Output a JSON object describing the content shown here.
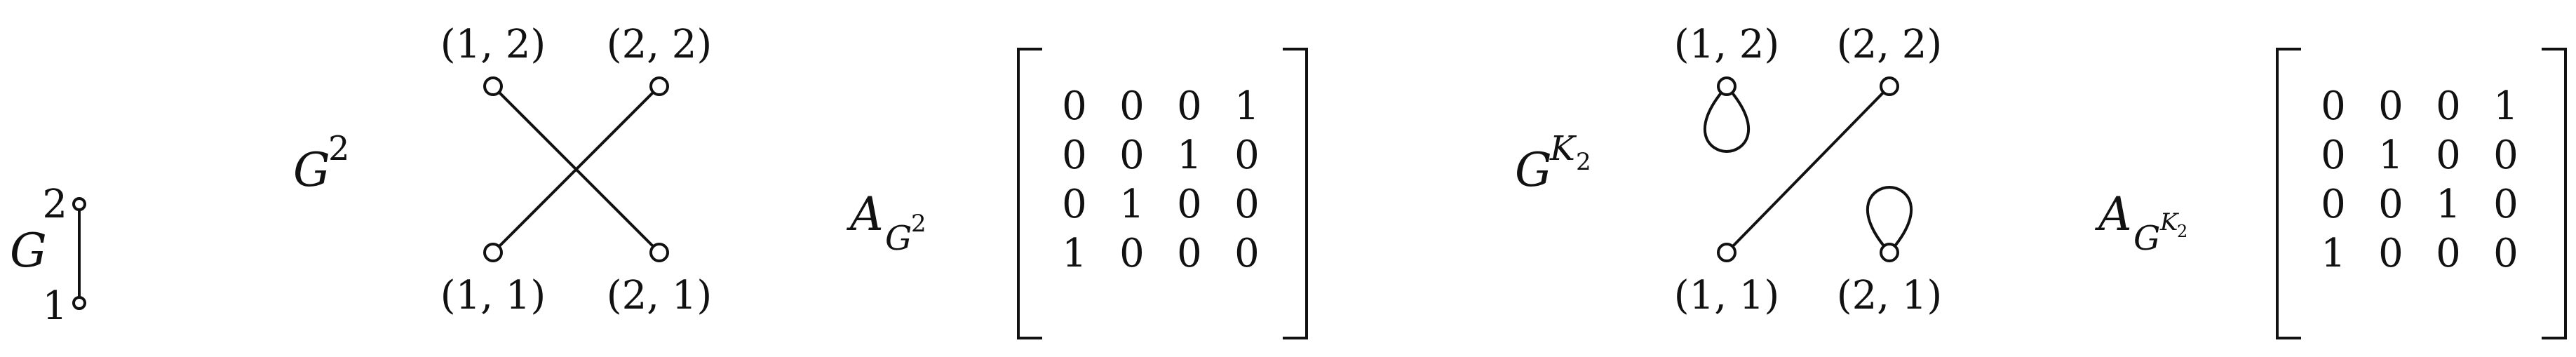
{
  "graph_g": {
    "symbol": "G",
    "vertices": [
      {
        "label": "2"
      },
      {
        "label": "1"
      }
    ]
  },
  "panel_square": {
    "symbol": "G",
    "exponent": "2",
    "vertices": [
      {
        "label": "(1, 2)"
      },
      {
        "label": "(2, 2)"
      },
      {
        "label": "(1, 1)"
      },
      {
        "label": "(2, 1)"
      }
    ],
    "edges": [
      [
        "(1, 2)",
        "(2, 1)"
      ],
      [
        "(2, 2)",
        "(1, 1)"
      ]
    ]
  },
  "matrix_square": {
    "symbol": "A",
    "subscript": "G",
    "subscript_exponent": "2",
    "rows": [
      [
        "0",
        "0",
        "0",
        "1"
      ],
      [
        "0",
        "0",
        "1",
        "0"
      ],
      [
        "0",
        "1",
        "0",
        "0"
      ],
      [
        "1",
        "0",
        "0",
        "0"
      ]
    ]
  },
  "panel_k2": {
    "symbol": "G",
    "exponent_base": "K",
    "exponent_sub": "2",
    "vertices": [
      {
        "label": "(1, 2)"
      },
      {
        "label": "(2, 2)"
      },
      {
        "label": "(1, 1)"
      },
      {
        "label": "(2, 1)"
      }
    ],
    "edges": [
      [
        "(2, 2)",
        "(1, 1)"
      ]
    ],
    "loops": [
      "(1, 2)",
      "(2, 1)"
    ]
  },
  "matrix_k2": {
    "symbol": "A",
    "subscript": "G",
    "subscript_exponent_base": "K",
    "subscript_exponent_sub": "2",
    "rows": [
      [
        "0",
        "0",
        "0",
        "1"
      ],
      [
        "0",
        "1",
        "0",
        "0"
      ],
      [
        "0",
        "0",
        "1",
        "0"
      ],
      [
        "1",
        "0",
        "0",
        "0"
      ]
    ]
  }
}
